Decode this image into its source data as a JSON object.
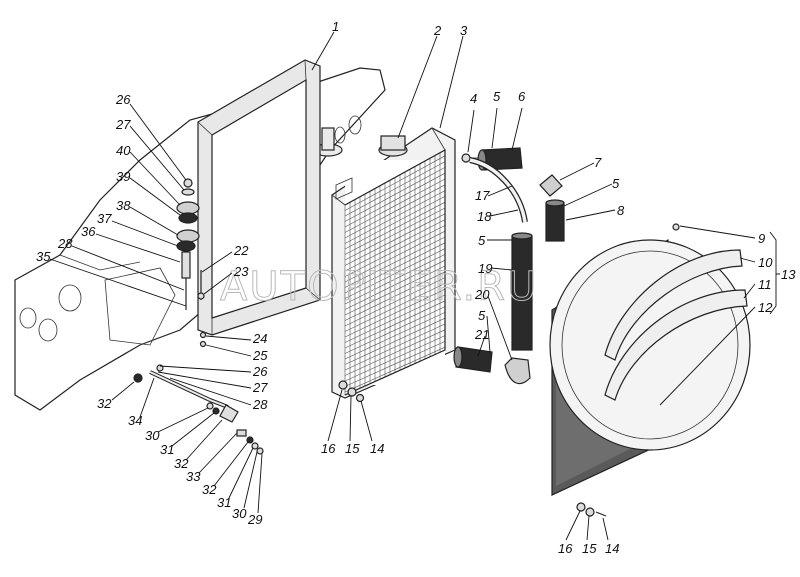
{
  "watermark": "AUTOPITER.RU",
  "colors": {
    "line": "#222222",
    "part_fill": "#f4f4f4",
    "part_shade": "#d2d2d2",
    "dark_hose": "#2a2a2a",
    "shroud_dark": "#5a5a5a"
  },
  "callouts": [
    {
      "id": "1",
      "text": "1"
    },
    {
      "id": "2",
      "text": "2"
    },
    {
      "id": "3",
      "text": "3"
    },
    {
      "id": "4",
      "text": "4"
    },
    {
      "id": "5a",
      "text": "5"
    },
    {
      "id": "6",
      "text": "6"
    },
    {
      "id": "7",
      "text": "7"
    },
    {
      "id": "5b",
      "text": "5"
    },
    {
      "id": "8",
      "text": "8"
    },
    {
      "id": "17",
      "text": "17"
    },
    {
      "id": "18",
      "text": "18"
    },
    {
      "id": "5c",
      "text": "5"
    },
    {
      "id": "19",
      "text": "19"
    },
    {
      "id": "20",
      "text": "20"
    },
    {
      "id": "5d",
      "text": "5"
    },
    {
      "id": "21",
      "text": "21"
    },
    {
      "id": "9",
      "text": "9"
    },
    {
      "id": "10",
      "text": "10"
    },
    {
      "id": "11",
      "text": "11"
    },
    {
      "id": "12",
      "text": "12"
    },
    {
      "id": "13",
      "text": "13"
    },
    {
      "id": "26a",
      "text": "26"
    },
    {
      "id": "27a",
      "text": "27"
    },
    {
      "id": "40",
      "text": "40"
    },
    {
      "id": "39",
      "text": "39"
    },
    {
      "id": "38",
      "text": "38"
    },
    {
      "id": "37",
      "text": "37"
    },
    {
      "id": "36",
      "text": "36"
    },
    {
      "id": "28a",
      "text": "28"
    },
    {
      "id": "35",
      "text": "35"
    },
    {
      "id": "22",
      "text": "22"
    },
    {
      "id": "23",
      "text": "23"
    },
    {
      "id": "24",
      "text": "24"
    },
    {
      "id": "25",
      "text": "25"
    },
    {
      "id": "26b",
      "text": "26"
    },
    {
      "id": "27b",
      "text": "27"
    },
    {
      "id": "28b",
      "text": "28"
    },
    {
      "id": "32a",
      "text": "32"
    },
    {
      "id": "34",
      "text": "34"
    },
    {
      "id": "30a",
      "text": "30"
    },
    {
      "id": "31a",
      "text": "31"
    },
    {
      "id": "32b",
      "text": "32"
    },
    {
      "id": "33",
      "text": "33"
    },
    {
      "id": "32c",
      "text": "32"
    },
    {
      "id": "31b",
      "text": "31"
    },
    {
      "id": "30b",
      "text": "30"
    },
    {
      "id": "29",
      "text": "29"
    },
    {
      "id": "16a",
      "text": "16"
    },
    {
      "id": "15a",
      "text": "15"
    },
    {
      "id": "14a",
      "text": "14"
    },
    {
      "id": "16b",
      "text": "16"
    },
    {
      "id": "15b",
      "text": "15"
    },
    {
      "id": "14b",
      "text": "14"
    }
  ]
}
